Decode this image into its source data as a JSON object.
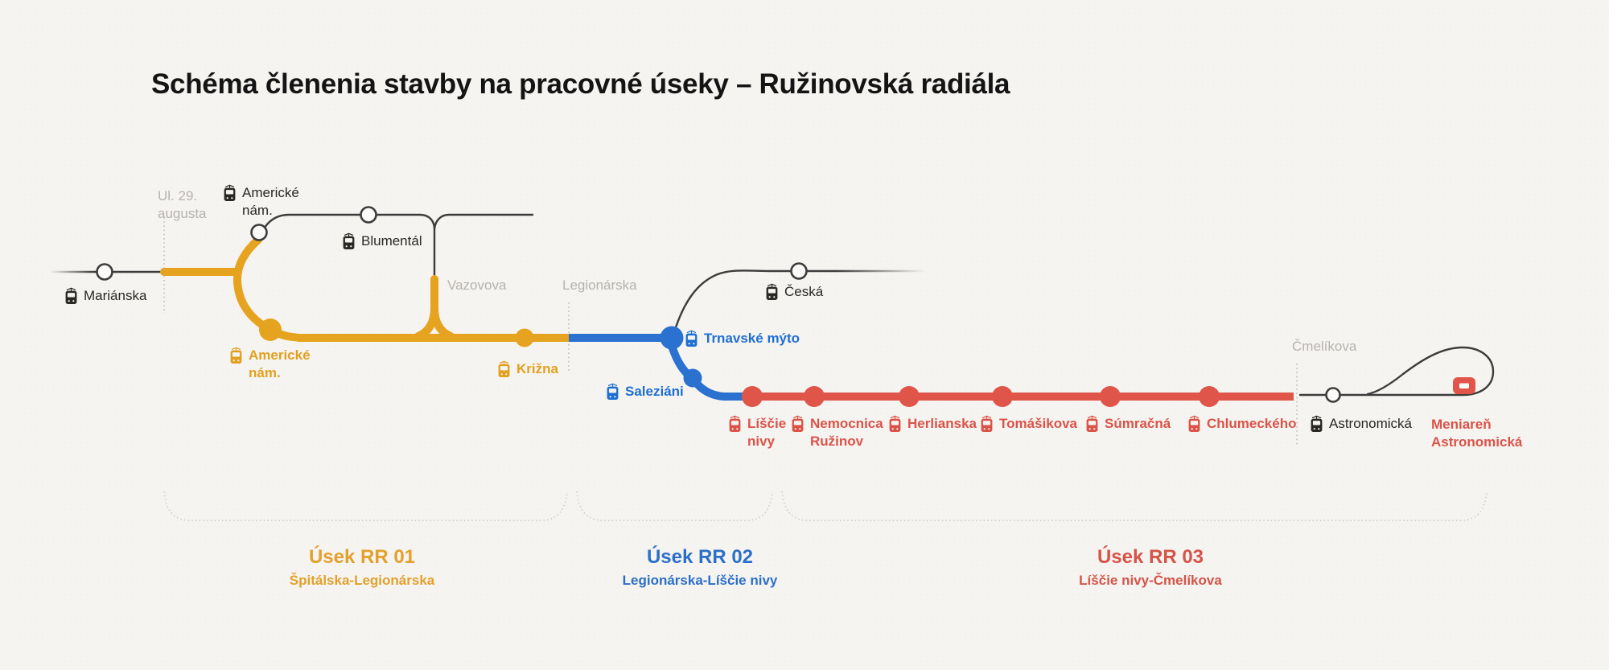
{
  "title": "Schéma členenia stavby na pracovné úseky – Ružinovská radiála",
  "colors": {
    "section1_yellow": "#E6A31F",
    "section2_blue": "#2A71D0",
    "section3_red": "#E0554A",
    "existing_line_dark": "#3C3C3C",
    "street_label_gray": "#B6B3AF",
    "background": "#F6F4F1"
  },
  "streets": {
    "ul_29_augusta": {
      "line1": "Ul. 29.",
      "line2": "augusta"
    },
    "vazovova": {
      "label": "Vazovova"
    },
    "legionarska": {
      "label": "Legionárska"
    },
    "cmelikova": {
      "label": "Čmelíkova"
    }
  },
  "stations": {
    "marianska": {
      "label": "Mariánska"
    },
    "americke_nam_upper": {
      "line1": "Americké",
      "line2": "nám."
    },
    "blumental": {
      "label": "Blumentál"
    },
    "americke_nam": {
      "line1": "Americké",
      "line2": "nám."
    },
    "krizna": {
      "label": "Križna"
    },
    "trnavske_myto": {
      "label": "Trnavské mýto"
    },
    "ceska": {
      "label": "Česká"
    },
    "saleziani": {
      "label": "Saleziáni"
    },
    "liscie_nivy": {
      "line1": "Líščie",
      "line2": "nivy"
    },
    "nemocnica_ruzinov": {
      "line1": "Nemocnica",
      "line2": "Ružinov"
    },
    "herlianska": {
      "label": "Herlianska"
    },
    "tomasikova": {
      "label": "Tomášikova"
    },
    "sumracna": {
      "label": "Súmračná"
    },
    "chlumeckeho": {
      "label": "Chlumeckého"
    },
    "astronomicka": {
      "label": "Astronomická"
    },
    "meniaren_astronomicka": {
      "line1": "Meniareň",
      "line2": "Astronomická"
    }
  },
  "sections": [
    {
      "code": "RR 01",
      "title": "Úsek RR 01",
      "subtitle": "Špitálska-Legionárska"
    },
    {
      "code": "RR 02",
      "title": "Úsek RR 02",
      "subtitle": "Legionárska-Líščie nivy"
    },
    {
      "code": "RR 03",
      "title": "Úsek RR 03",
      "subtitle": "Líščie nivy-Čmelíkova"
    }
  ]
}
